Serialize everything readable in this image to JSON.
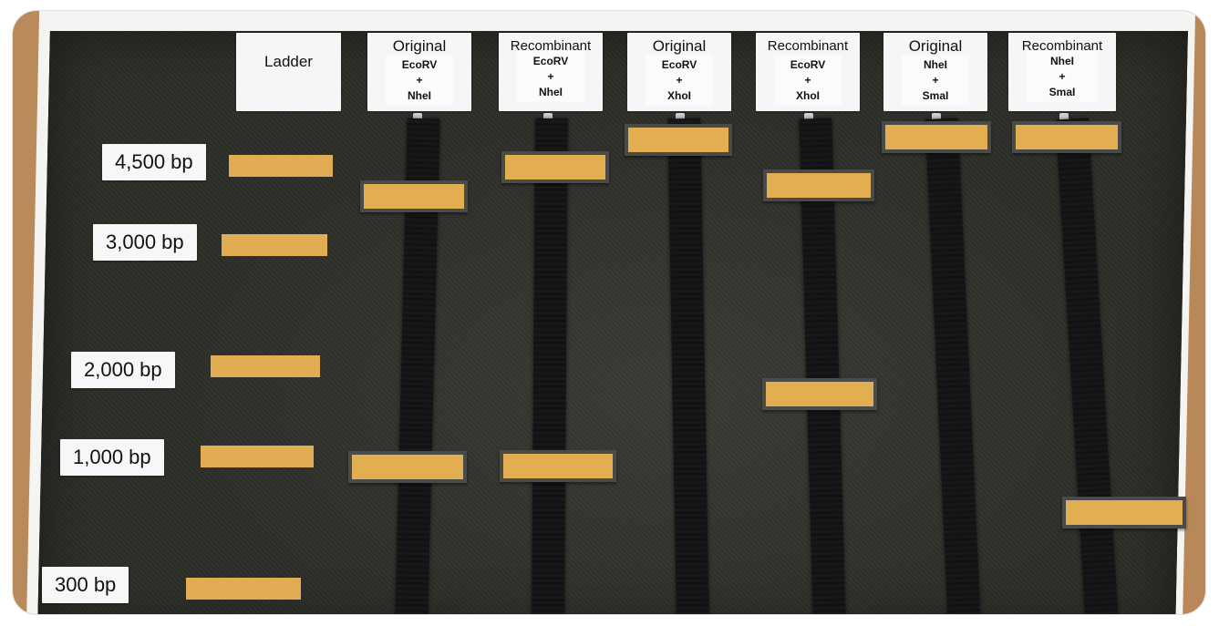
{
  "columns": [
    {
      "title": "Ladder",
      "enzyme1": "",
      "plus": "",
      "enzyme2": ""
    },
    {
      "title": "Original",
      "enzyme1": "EcoRV",
      "plus": "+",
      "enzyme2": "NheI"
    },
    {
      "title": "Recombinant",
      "enzyme1": "EcoRV",
      "plus": "+",
      "enzyme2": "NheI"
    },
    {
      "title": "Original",
      "enzyme1": "EcoRV",
      "plus": "+",
      "enzyme2": "XhoI"
    },
    {
      "title": "Recombinant",
      "enzyme1": "EcoRV",
      "plus": "+",
      "enzyme2": "XhoI"
    },
    {
      "title": "Original",
      "enzyme1": "NheI",
      "plus": "+",
      "enzyme2": "SmaI"
    },
    {
      "title": "Recombinant",
      "enzyme1": "NheI",
      "plus": "+",
      "enzyme2": "SmaI"
    }
  ],
  "ladder": [
    {
      "label": "4,500 bp"
    },
    {
      "label": "3,000 bp"
    },
    {
      "label": "2,000 bp"
    },
    {
      "label": "1,000 bp"
    },
    {
      "label": "300 bp"
    }
  ],
  "colors": {
    "band": "#e2ae52",
    "board": "#302f2a",
    "strip": "#141416",
    "card": "#f6f6f6"
  }
}
